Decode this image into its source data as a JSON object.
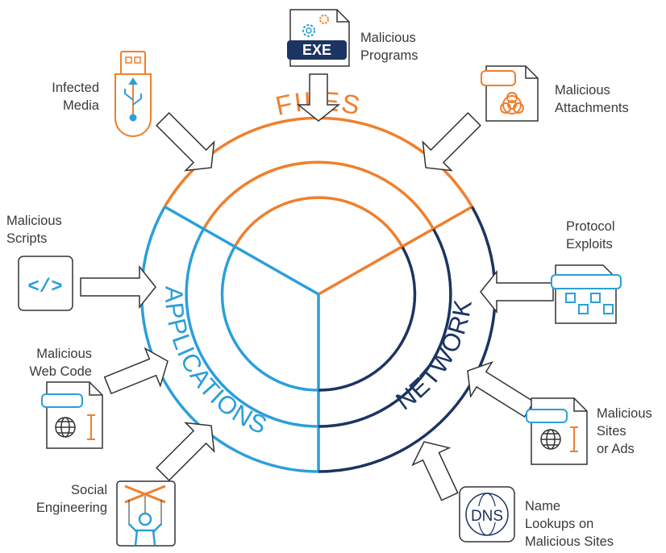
{
  "segments": {
    "files": "FILES",
    "applications": "APPLICATIONS",
    "network": "NETWORK"
  },
  "labels": {
    "malicious_programs": [
      "Malicious",
      "Programs"
    ],
    "infected_media": [
      "Infected",
      "Media"
    ],
    "malicious_attachments": [
      "Malicious",
      "Attachments"
    ],
    "malicious_scripts": [
      "Malicious",
      "Scripts"
    ],
    "protocol_exploits": [
      "Protocol",
      "Exploits"
    ],
    "malicious_web_code": [
      "Malicious",
      "Web Code"
    ],
    "malicious_sites_ads": [
      "Malicious",
      "Sites",
      "or Ads"
    ],
    "social_engineering": [
      "Social",
      "Engineering"
    ],
    "name_lookups": [
      "Name",
      "Lookups on",
      "Malicious Sites"
    ]
  },
  "icons": {
    "exe_text": "EXE",
    "dns_text": "DNS",
    "script_text": "</>"
  },
  "colors": {
    "files": "#f07f2c",
    "applications": "#2b9fd9",
    "network": "#1c3461",
    "arrow": "#333333"
  }
}
